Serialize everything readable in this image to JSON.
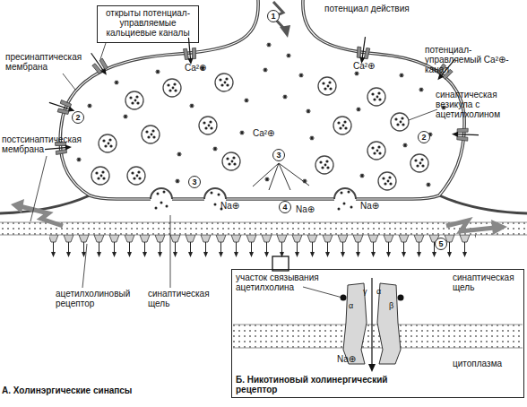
{
  "diagram": {
    "caption": "А. Холинэргические синапсы",
    "nodes": [
      {
        "text": [
          "открыты потенциал-управляемые кальциевые каналы"
        ]
      },
      {
        "text": [
          "Б. Никотиновый холинергический рецептор"
        ]
      }
    ],
    "labels": [
      "потенциал действия",
      "1",
      "пресинаптическая мембрана",
      "потенциал-управляемый Ca²⊕-канал",
      "Ca²⊕",
      "Ca²⊕",
      "синаптическая везикула с ацетилхолином",
      "2",
      "2",
      "постсинаптическая мембрана",
      "Ca²⊕",
      "3",
      "3",
      "Na⊕",
      "4",
      "Na⊕",
      "Na⊕",
      "5",
      "ацетилхолиновый рецептор",
      "синаптическая щель",
      "участок связывания ацетилхолина",
      "синаптическая щель",
      "α",
      "γ",
      "α",
      "β",
      "Na⊕",
      "цитоплазма"
    ]
  }
}
